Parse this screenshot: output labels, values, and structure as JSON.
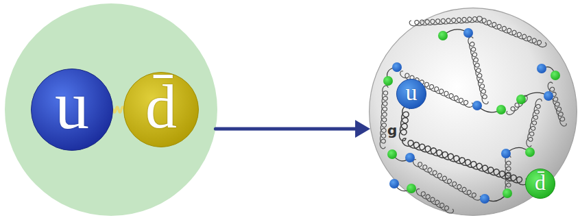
{
  "diagram": {
    "nodes": [
      {
        "text": []
      },
      {
        "text": [
          "u"
        ],
        "in": 0
      },
      {
        "text": [
          "d̄"
        ],
        "in": 0
      },
      {
        "text": []
      },
      {
        "text": [
          "u"
        ],
        "in": 3
      },
      {
        "text": [
          "d̄"
        ],
        "in": 3
      }
    ],
    "edges": [
      {
        "from": 0,
        "to": 3,
        "arrow": "to"
      },
      {
        "from": 1,
        "to": 2,
        "arrow": "none"
      },
      {
        "from": 4,
        "to": 5,
        "label": "g",
        "arrow": "none"
      }
    ]
  }
}
